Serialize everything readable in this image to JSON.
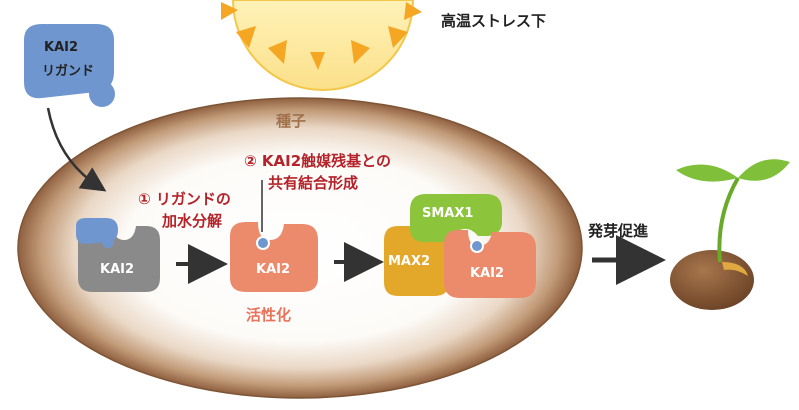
{
  "header": {
    "condition": "高温ストレス下"
  },
  "ligand": {
    "label_line1": "KAI2",
    "label_line2": "リガンド"
  },
  "seed": {
    "label": "種子"
  },
  "steps": {
    "step1_line1": "① リガンドの",
    "step1_line2": "加水分解",
    "step2_line1": "② KAI2触媒残基との",
    "step2_line2": "共有結合形成"
  },
  "proteins": {
    "kai2_inactive": "KAI2",
    "kai2_active": "KAI2",
    "activation": "活性化",
    "smax1": "SMAX1",
    "max2": "MAX2",
    "kai2_complex": "KAI2"
  },
  "outcome": {
    "label": "発芽促進"
  },
  "colors": {
    "ligand_blue": "#6f96cf",
    "kai2_gray": "#8a8a8a",
    "kai2_active": "#ec8a6c",
    "smax1_green": "#8cc43c",
    "max2_gold": "#e3a72a",
    "seed_brown": "#8a5a3a",
    "sun_yellow": "#f5a623",
    "sprout_green": "#6aaa2a",
    "step_red": "#b5232a"
  }
}
